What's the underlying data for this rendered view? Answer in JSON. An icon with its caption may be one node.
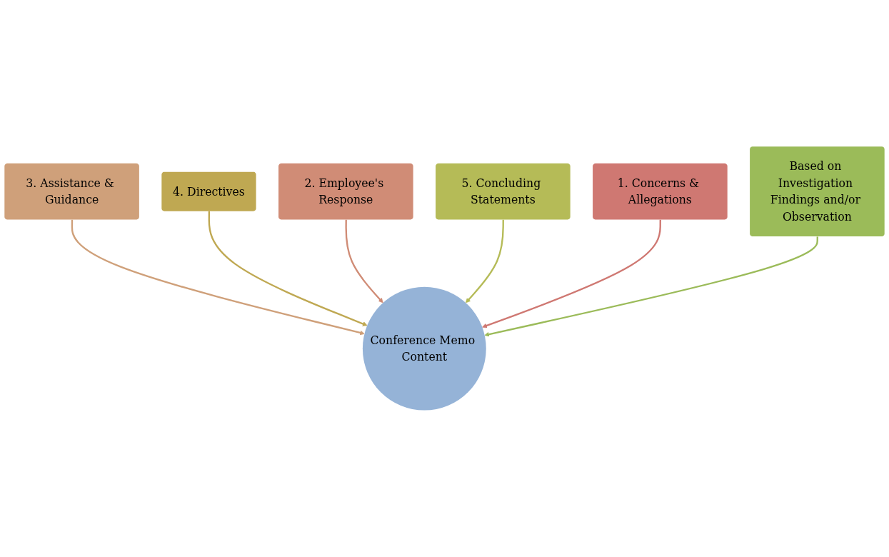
{
  "diagram": {
    "nodes": [
      {
        "text": [
          "Conference Memo Content"
        ]
      },
      {
        "text": [
          "3. Assistance & Guidance"
        ]
      },
      {
        "text": [
          "4. Directives"
        ]
      },
      {
        "text": [
          "2. Employee's Response"
        ]
      },
      {
        "text": [
          "5. Concluding Statements"
        ]
      },
      {
        "text": [
          "1. Concerns & Allegations"
        ]
      },
      {
        "text": [
          "Based on Investigation Findings and/or Observation"
        ]
      }
    ],
    "edges": [
      {
        "from": 1,
        "to": 0,
        "arrow": "to",
        "color": "#cfa07a"
      },
      {
        "from": 2,
        "to": 0,
        "arrow": "to",
        "color": "#bfa852"
      },
      {
        "from": 3,
        "to": 0,
        "arrow": "to",
        "color": "#d08c76"
      },
      {
        "from": 4,
        "to": 0,
        "arrow": "to",
        "color": "#b5bb57"
      },
      {
        "from": 5,
        "to": 0,
        "arrow": "to",
        "color": "#cf7872"
      },
      {
        "from": 6,
        "to": 0,
        "arrow": "to",
        "color": "#9bbb59"
      }
    ]
  }
}
